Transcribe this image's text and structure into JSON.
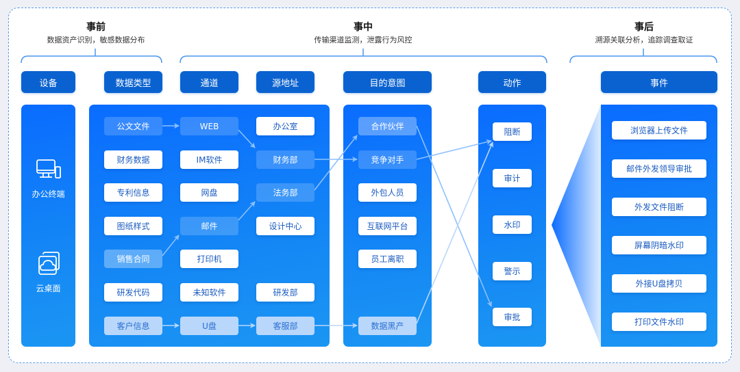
{
  "phases": [
    {
      "title": "事前",
      "subtitle": "数据资产识别，敏感数据分布"
    },
    {
      "title": "事中",
      "subtitle": "传输渠道监测，泄露行为风控"
    },
    {
      "title": "事后",
      "subtitle": "溯源关联分析，追踪调查取证"
    }
  ],
  "headers": {
    "device": "设备",
    "data_type": "数据类型",
    "channel": "通道",
    "source": "源地址",
    "intent": "目的意图",
    "action": "动作",
    "event": "事件"
  },
  "devices": [
    {
      "label": "办公终端",
      "icon": "desktop-monitor-icon"
    },
    {
      "label": "云桌面",
      "icon": "cloud-desktop-icon"
    }
  ],
  "data_types": [
    "公文文件",
    "财务数据",
    "专利信息",
    "图纸样式",
    "销售合同",
    "研发代码",
    "客户信息"
  ],
  "channels": [
    "WEB",
    "IM软件",
    "网盘",
    "邮件",
    "打印机",
    "未知软件",
    "U盘"
  ],
  "sources": [
    "办公室",
    "财务部",
    "法务部",
    "设计中心",
    "",
    "研发部",
    "客服部"
  ],
  "intents": [
    "合作伙伴",
    "竞争对手",
    "外包人员",
    "互联网平台",
    "员工离职",
    "",
    "数据黑产"
  ],
  "actions": [
    "阻断",
    "审计",
    "水印",
    "警示",
    "审批"
  ],
  "events": [
    "浏览器上传文件",
    "邮件外发领导审批",
    "外发文件阻断",
    "屏幕阴暗水印",
    "外接U盘拷贝",
    "打印文件水印"
  ],
  "flows": [
    {
      "path": [
        "公文文件",
        "WEB",
        "财务部",
        "竞争对手",
        "阻断"
      ]
    },
    {
      "path": [
        "销售合同",
        "邮件",
        "法务部",
        "合作伙伴",
        "审批"
      ]
    },
    {
      "path": [
        "客户信息",
        "U盘",
        "客服部",
        "数据黑产",
        "阻断"
      ]
    }
  ],
  "colors": {
    "header_bg": "#0a62d0",
    "panel_blue": "#0a6cff",
    "border_dashed": "#5b9be6",
    "connector": "#8cc0ff"
  }
}
